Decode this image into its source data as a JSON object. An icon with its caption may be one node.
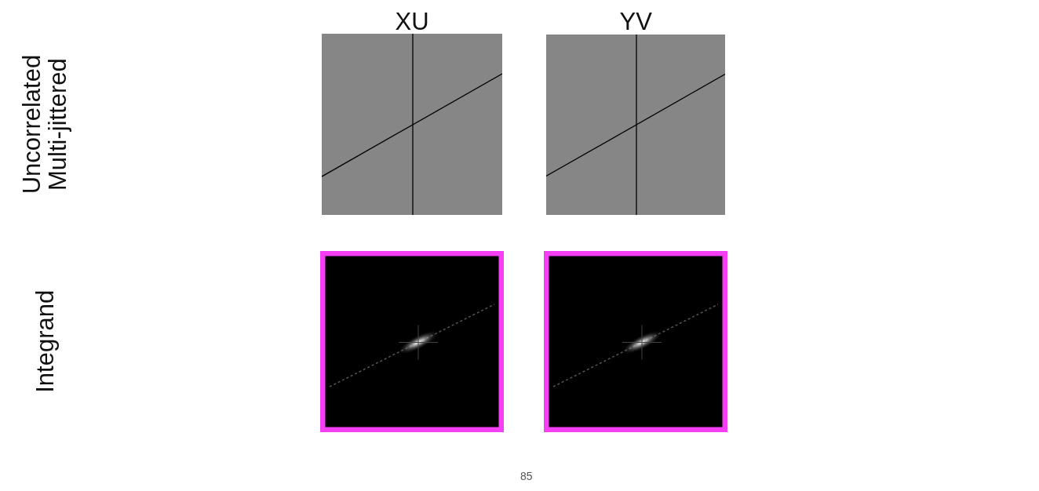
{
  "diagram": {
    "labels": [
      "XU",
      "YV",
      "Uncorrelated Multi-jittered",
      "Integrand",
      "85"
    ]
  }
}
